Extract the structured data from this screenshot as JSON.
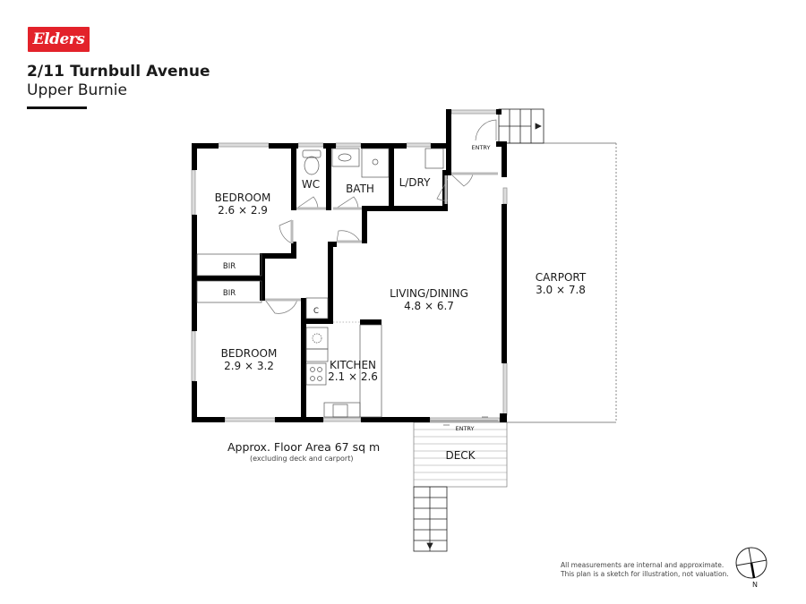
{
  "brand": {
    "logo_text": "Elders",
    "logo_color": "#e3222a"
  },
  "property": {
    "address_line1": "2/11 Turnbull Avenue",
    "address_line2": "Upper Burnie"
  },
  "rooms": [
    {
      "name": "BEDROOM",
      "dims": "2.6 × 2.9"
    },
    {
      "name": "WC"
    },
    {
      "name": "BATH"
    },
    {
      "name": "L/DRY"
    },
    {
      "name": "ENTRY"
    },
    {
      "name": "BIR"
    },
    {
      "name": "BIR"
    },
    {
      "name": "C"
    },
    {
      "name": "LIVING/DINING",
      "dims": "4.8 × 6.7"
    },
    {
      "name": "CARPORT",
      "dims": "3.0 × 7.8"
    },
    {
      "name": "BEDROOM",
      "dims": "2.9 × 3.2"
    },
    {
      "name": "KITCHEN",
      "dims": "2.1 × 2.6"
    },
    {
      "name": "ENTRY"
    },
    {
      "name": "DECK"
    }
  ],
  "floor_area": {
    "title": "Approx. Floor Area 67 sq m",
    "note": "(excluding deck and carport)"
  },
  "disclaimer": {
    "line1": "All measurements are internal and approximate.",
    "line2": "This plan is a sketch for illustration, not valuation."
  },
  "compass": {
    "label": "N"
  }
}
